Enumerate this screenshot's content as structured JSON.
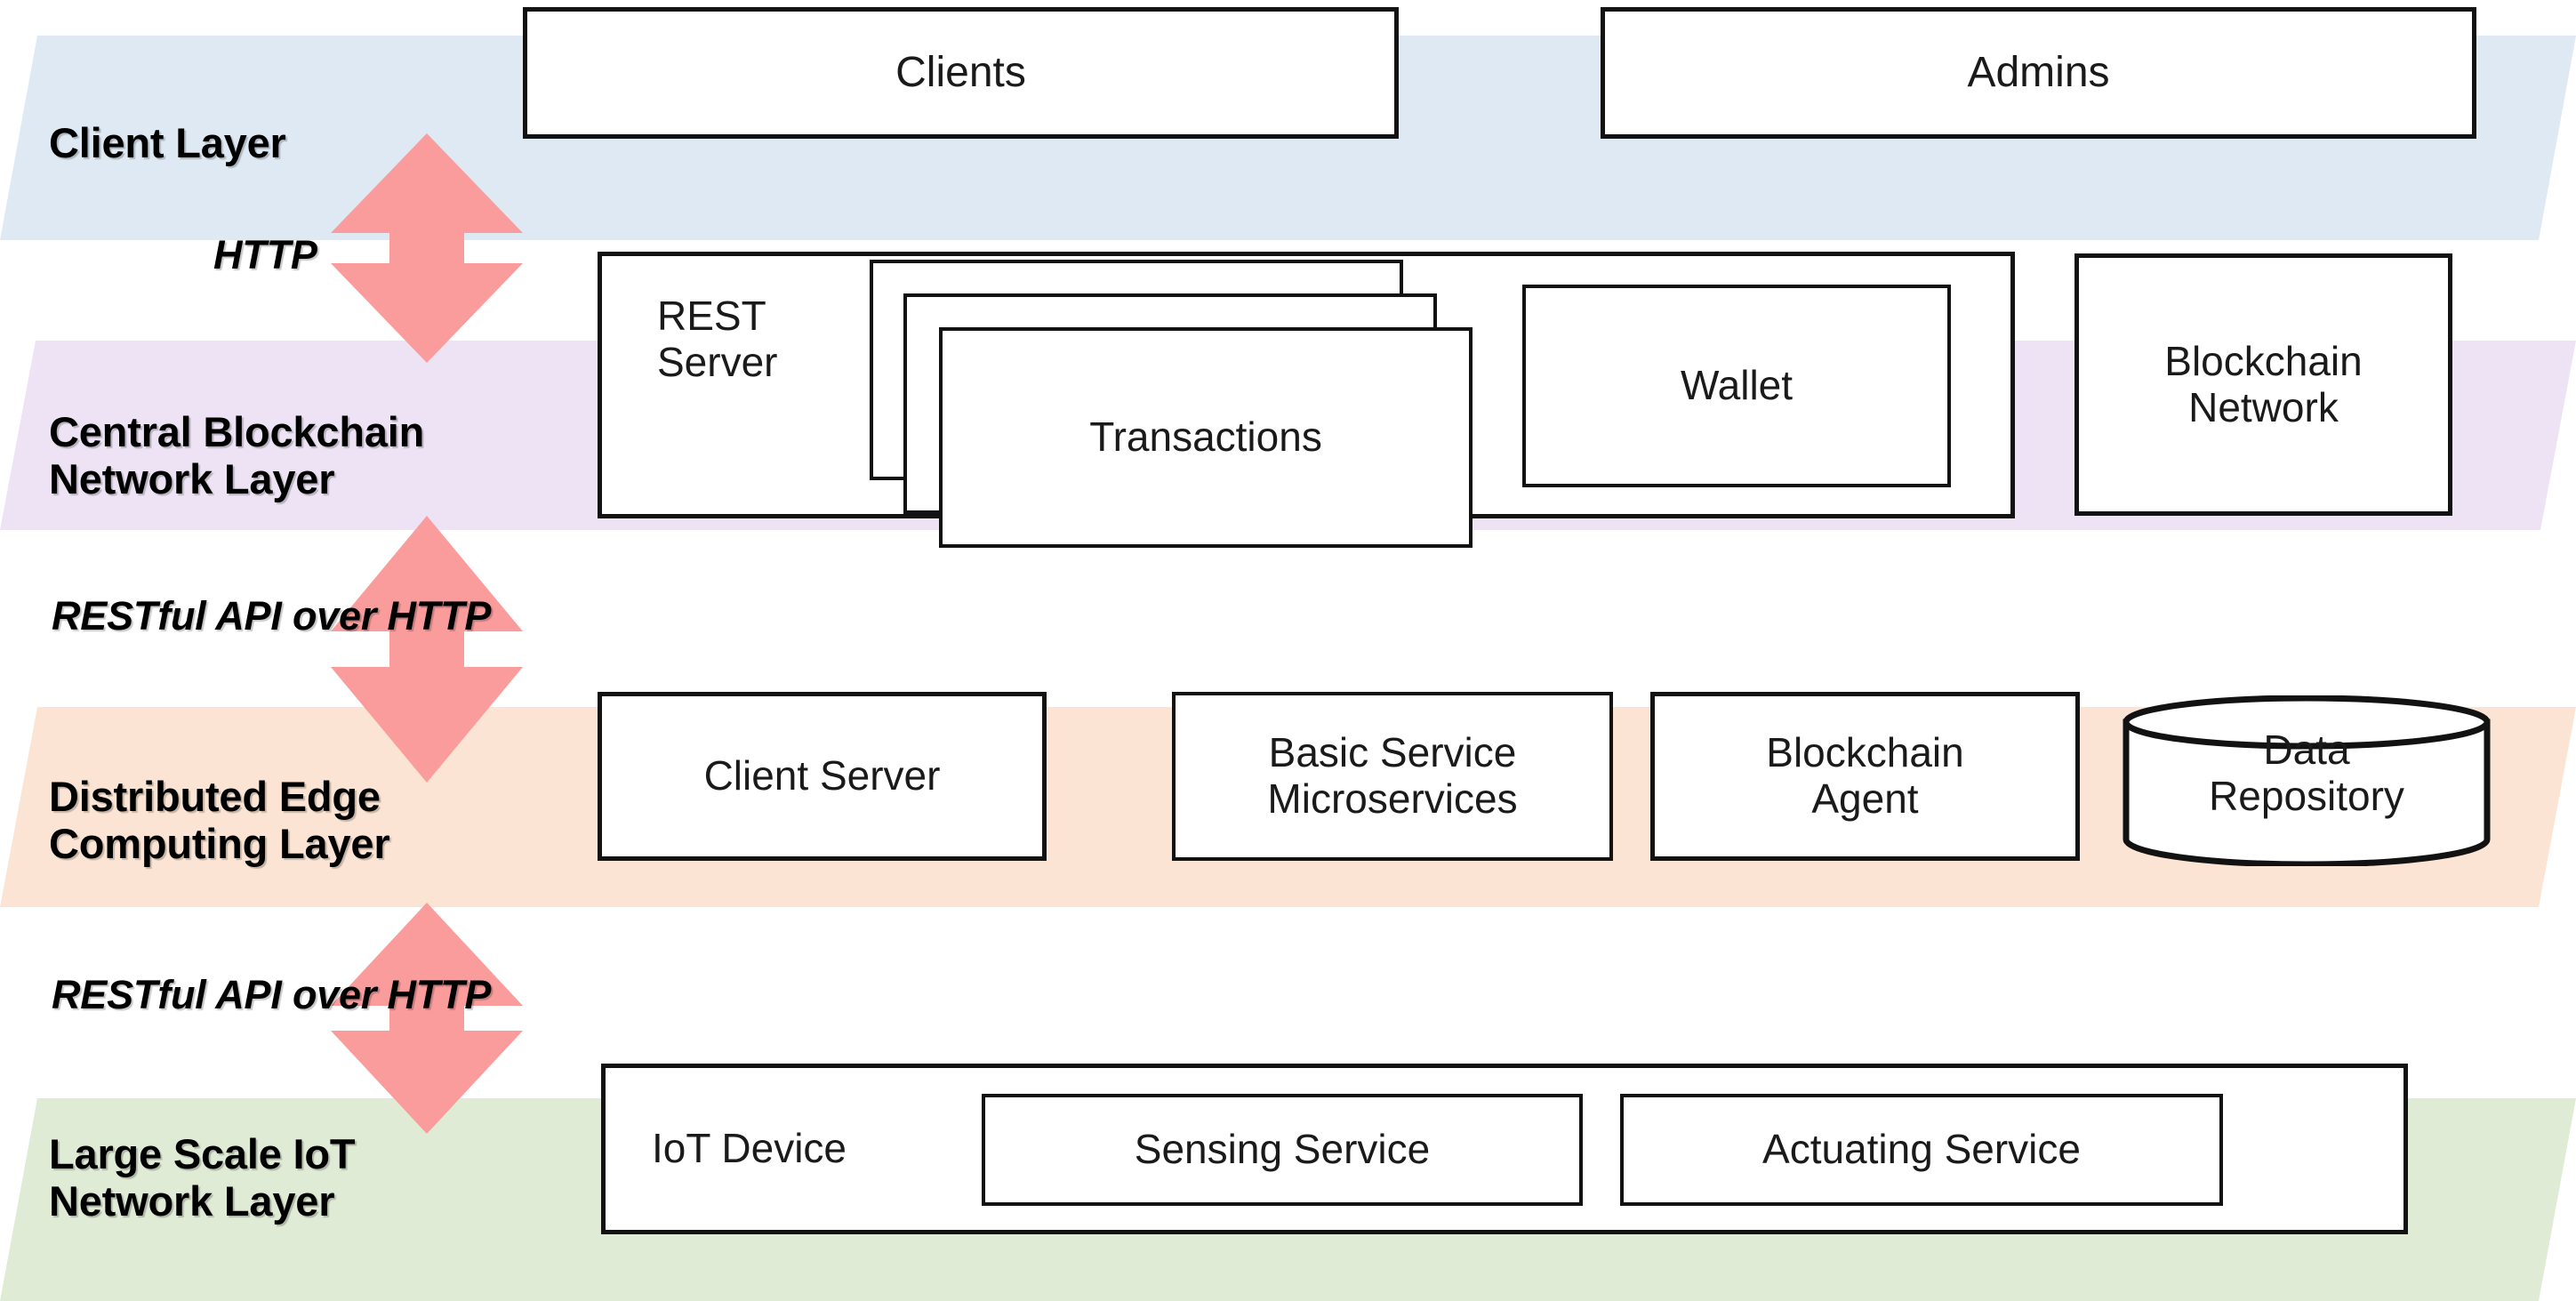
{
  "diagram": {
    "title": "Layered blockchain-enabled IoT edge computing architecture",
    "layers": [
      {
        "id": "client",
        "label": "Client Layer",
        "color": "#DEE9F4",
        "boxes": [
          {
            "name": "clients",
            "label": "Clients"
          },
          {
            "name": "admins",
            "label": "Admins"
          }
        ]
      },
      {
        "id": "central-blockchain",
        "label": "Central Blockchain\nNetwork Layer",
        "color": "#EDE3F4",
        "boxes": [
          {
            "name": "rest-server",
            "label": "REST\nServer"
          },
          {
            "name": "transactions",
            "label": "Transactions"
          },
          {
            "name": "wallet",
            "label": "Wallet"
          },
          {
            "name": "blockchain-network",
            "label": "Blockchain\nNetwork"
          }
        ]
      },
      {
        "id": "distributed-edge",
        "label": "Distributed  Edge\nComputing Layer",
        "color": "#FBE4D3",
        "boxes": [
          {
            "name": "client-server",
            "label": "Client Server"
          },
          {
            "name": "basic-service-microservices",
            "label": "Basic Service\nMicroservices"
          },
          {
            "name": "blockchain-agent",
            "label": "Blockchain\nAgent"
          },
          {
            "name": "data-repository",
            "label": "Data\nRepository"
          }
        ]
      },
      {
        "id": "large-scale-iot",
        "label": "Large Scale IoT\nNetwork Layer",
        "color": "#E0EBD6",
        "boxes": [
          {
            "name": "iot-device",
            "label": "IoT Device"
          },
          {
            "name": "sensing-service",
            "label": "Sensing Service"
          },
          {
            "name": "actuating-service",
            "label": "Actuating Service"
          }
        ]
      }
    ],
    "connectors": [
      {
        "name": "connector-client-to-central",
        "label": "HTTP",
        "color": "#FA9C9C"
      },
      {
        "name": "connector-central-to-edge",
        "label": "RESTful API over HTTP",
        "color": "#FA9C9C"
      },
      {
        "name": "connector-edge-to-iot",
        "label": "RESTful API over HTTP",
        "color": "#FA9C9C"
      }
    ],
    "colors": {
      "client_band": "#DEE9F4",
      "central_band": "#EDE3F4",
      "edge_band": "#FBE4D3",
      "iot_band": "#E0EBD6",
      "arrow": "#FA9C9C",
      "box_border": "#121212",
      "box_fill": "#FFFFFF",
      "text": "#000000"
    }
  }
}
